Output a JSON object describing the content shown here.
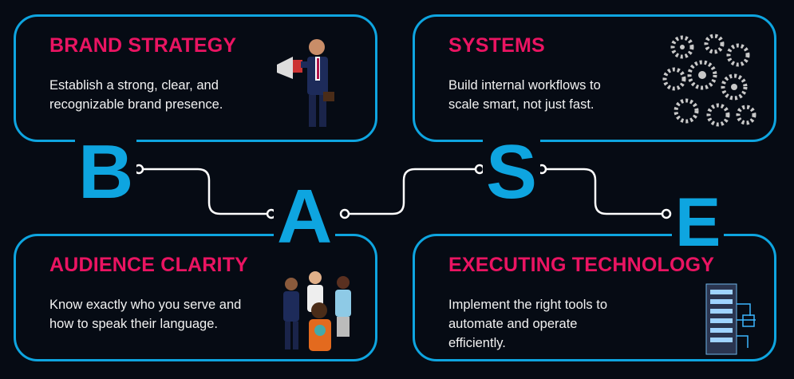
{
  "letters": {
    "b": "B",
    "a": "A",
    "s": "S",
    "e": "E"
  },
  "cards": [
    {
      "title": "BRAND STRATEGY",
      "body": "Establish a strong, clear, and recognizable brand presence.",
      "icon": "businessman-megaphone-icon"
    },
    {
      "title": "SYSTEMS",
      "body": "Build internal workflows to scale smart, not just fast.",
      "icon": "gears-icon"
    },
    {
      "title": "AUDIENCE CLARITY",
      "body": "Know exactly who you serve and how to speak their language.",
      "icon": "audience-group-icon"
    },
    {
      "title": "EXECUTING TECHNOLOGY",
      "body": "Implement the right tools to automate and operate efficiently.",
      "icon": "server-rack-icon"
    }
  ],
  "colors": {
    "background": "#060b14",
    "accent_blue": "#0ea5e0",
    "title_pink": "#ea1462",
    "text": "#f2f2f2"
  }
}
